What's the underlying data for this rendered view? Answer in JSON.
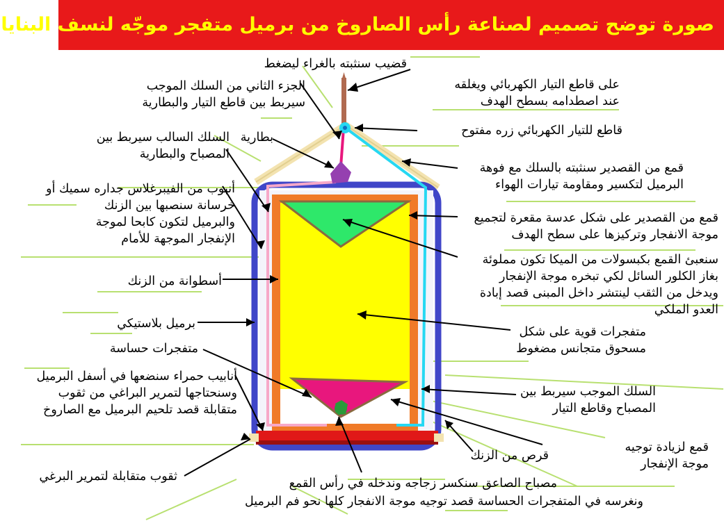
{
  "title": "صورة توضح تصميم لصناعة رأس الصاروخ من برميل متفجر موجّه لنسف البنايات",
  "labels": {
    "rod": [
      "قضيب سنثبته بالغراء ليضغط",
      "على قاطع التيار الكهربائي ويغلقه",
      "عند اصطدامه بسطح الهدف"
    ],
    "second_wire": [
      "الجزء الثاني من السلك الموجب",
      "سيربط بين قاطع التيار والبطارية"
    ],
    "switch": "قاطع للتيار الكهربائي زره مفتوح",
    "battery": "بطارية",
    "negative_wire": [
      "السلك السالب سيربط بين",
      "المصباح والبطارية"
    ],
    "funnel": [
      "قمع من القصدير سنثبته بالسلك مع فوهة",
      "البرميل لتكسير ومقاومة تيارات الهواء"
    ],
    "fiberglass_tube": [
      "أنبوب من الفيبرغلاس جداره سميك أو",
      "خرسانة سنصبها بين الزنك",
      "والبرميل لتكون كابحا لموجة",
      "الإنفجار الموجهة للأمام"
    ],
    "lens_funnel": [
      "قمع من القصدير على شكل عدسة مقعرة لتجميع",
      "موجة الانفجار وتركيزها على سطح الهدف"
    ],
    "mica": [
      "سنعبئ القمع بكبسولات من الميكا تكون مملوئة",
      "بغاز الكلور السائل لكي تبخره موجة الإنفجار",
      "ويدخل من الثقب لينتشر داخل المبنى قصد إبادة",
      "العدو الملكي"
    ],
    "zinc_cylinder": "أسطوانة من الزنك",
    "plastic_barrel": "برميل بلاستيكي",
    "main_explosive": [
      "متفجرات قوية على شكل",
      "مسحوق متجانس مضغوط"
    ],
    "sensitive_explosive": "متفجرات حساسة",
    "positive_wire": [
      "السلك الموجب سيربط بين",
      "المصباح وقاطع التيار"
    ],
    "red_tubes": [
      "أنابيب حمراء سنضعها في أسفل البرميل",
      "وسنحتاجها لتمرير البراغي من ثقوب",
      "متقابلة قصد تلحيم البرميل مع الصاروخ"
    ],
    "zinc_disc": "قرص من الزنك",
    "focus_funnel": [
      "قمع لزيادة توجيه",
      "موجة الإنفجار"
    ],
    "bolt_holes": "ثقوب متقابلة لتمرير البرغي",
    "bulb": [
      "مصباح الصاعق سنكسر زجاجه وندخله في رأس القمع",
      "ونغرسه في المتفجرات الحساسة قصد توجيه موجة الانفجار كلها نحو فم البرميل"
    ]
  },
  "colors": {
    "banner": "#e8191a",
    "title": "#ffff00",
    "barrel": "#4046c8",
    "zinc": "#f07a28",
    "explosive": "#ffff00",
    "lens_funnel": "#2ee86a",
    "focus_funnel": "#e8177d",
    "detonator": "#2a9a3a",
    "disc": "#e01818",
    "battery": "#9540b0",
    "positive_wire": "#26d8f2",
    "negative_wire": "#f7a8c8",
    "roof": "#f3e3b0",
    "rod": "#b06a50",
    "leader": "#b8e070"
  }
}
